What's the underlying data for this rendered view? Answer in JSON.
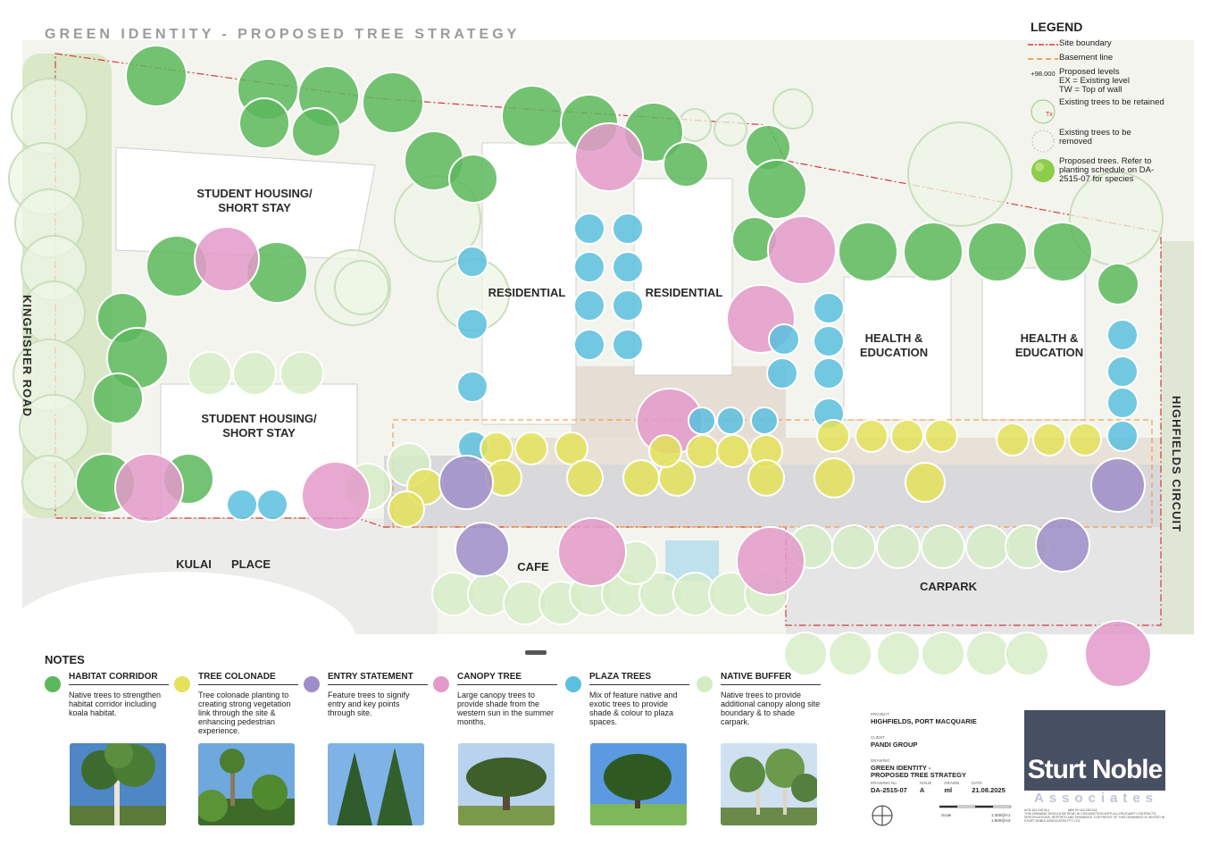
{
  "title": "GREEN IDENTITY - PROPOSED TREE STRATEGY",
  "colors": {
    "habitat": "#5cb85c",
    "colonade": "#e3e25a",
    "entry": "#9e8ec8",
    "canopy": "#e39ac9",
    "plaza": "#5bc0de",
    "buffer": "#d4ecc4",
    "site_boundary": "#d23c3c",
    "basement": "#ef8d2c"
  },
  "map": {
    "streets": {
      "kingfisher": "KINGFISHER ROAD",
      "kulai": "KULAI",
      "place": "PLACE",
      "highfields": "HIGHFIELDS CIRCUIT"
    },
    "buildings": {
      "sh1": [
        "STUDENT HOUSING/",
        "SHORT STAY"
      ],
      "sh2": [
        "STUDENT HOUSING/",
        "SHORT STAY"
      ],
      "res1": "RESIDENTIAL",
      "res2": "RESIDENTIAL",
      "he1": [
        "HEALTH &",
        "EDUCATION"
      ],
      "he2": [
        "HEALTH &",
        "EDUCATION"
      ],
      "cafe": "CAFE",
      "carpark": "CARPARK"
    }
  },
  "legend": {
    "title": "LEGEND",
    "site_boundary": "Site boundary",
    "basement_line": "Basement line",
    "levels_value": "+98.000",
    "levels_lines": [
      "Proposed levels",
      "EX = Existing level",
      "TW = Top of wall"
    ],
    "retained": "Existing trees to be retained",
    "retained_tag": "Tx",
    "removed_lines": [
      "Existing trees to be",
      "removed"
    ],
    "proposed_lines": [
      "Proposed trees. Refer to",
      "planting schedule on DA-",
      "2515-07 for species"
    ]
  },
  "notes": {
    "title": "NOTES",
    "items": [
      {
        "key": "habitat",
        "title": "HABITAT CORRIDOR",
        "desc": "Native trees to strengthen habitat corridor including koala habitat."
      },
      {
        "key": "colonade",
        "title": "TREE COLONADE",
        "desc": "Tree colonade planting to creating strong vegetation link through the site & enhancing pedestrian experience."
      },
      {
        "key": "entry",
        "title": "ENTRY STATEMENT",
        "desc": "Feature trees to signify entry and key points through site."
      },
      {
        "key": "canopy",
        "title": "CANOPY TREE",
        "desc": "Large canopy trees to provide shade from the western sun in the summer months."
      },
      {
        "key": "plaza",
        "title": "PLAZA TREES",
        "desc": "Mix of feature native and exotic trees to provide shade & colour to plaza spaces."
      },
      {
        "key": "buffer",
        "title": "NATIVE BUFFER",
        "desc": "Native trees to provide additional canopy along site boundary & to shade carpark."
      }
    ],
    "photo_icons": [
      "eucalyptus-photo",
      "palm-photo",
      "norfolk-pine-photo",
      "fig-tree-photo",
      "plaza-tree-photo",
      "native-buffer-photo"
    ]
  },
  "title_block": {
    "project_label": "PROJECT",
    "project": "HIGHFIELDS, PORT MACQUARIE",
    "client_label": "CLIENT",
    "client": "PANDI GROUP",
    "drawing_label": "DRAWING",
    "drawing_lines": [
      "GREEN IDENTITY -",
      "PROPOSED TREE STRATEGY"
    ],
    "drawing_no_label": "DRAWING No.",
    "drawing_no": "DA-2515-07",
    "issue_label": "ISSUE",
    "issue": "A",
    "drawn_label": "DRAWN",
    "drawn": "ml",
    "date_label": "DATE",
    "date": "21.08.2025",
    "scale_label": "Scale",
    "scale_a1": "1:300@A1",
    "scale_a3": "1:600@A3"
  },
  "company": {
    "name": "Sturt Noble",
    "subtitle": "Associates",
    "acn": "ACN 164 245 514",
    "abn": "ABN 99 164 245 514",
    "disclaimer": "THIS DRAWING SHOULD BE READ IN CONJUNCTION WITH ALL RELEVANT CONTRACTS, SPECIFICATIONS, REPORTS AND DRAWINGS. COPYRIGHT OF THIS DRAWINGS IS VESTED IN STURT NOBLE ASSOCIATES PTY LTD."
  }
}
